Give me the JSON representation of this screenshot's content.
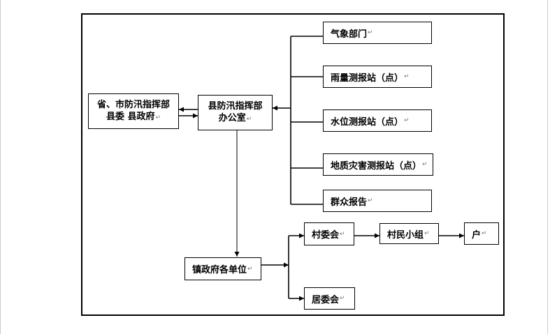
{
  "nodes": {
    "province": {
      "line1": "省、市防汛指挥部",
      "line2": "县委   县政府"
    },
    "county_office": {
      "line1": "县防汛指挥部",
      "line2": "办公室"
    },
    "meteorology": "气象部门",
    "rain_station": "雨量测报站（点）",
    "water_station": "水位测报站（点）",
    "geo_station": "地质灾害测报站（点）",
    "public_report": "群众报告",
    "town_units": "镇政府各单位",
    "village_committee": "村委会",
    "villager_group": "村民小组",
    "household": "户",
    "resident_committee": "居委会"
  },
  "paragraph_mark": "↵",
  "colors": {
    "line": "#000000",
    "frame": "#000000",
    "mark": "#7a7a7a"
  }
}
